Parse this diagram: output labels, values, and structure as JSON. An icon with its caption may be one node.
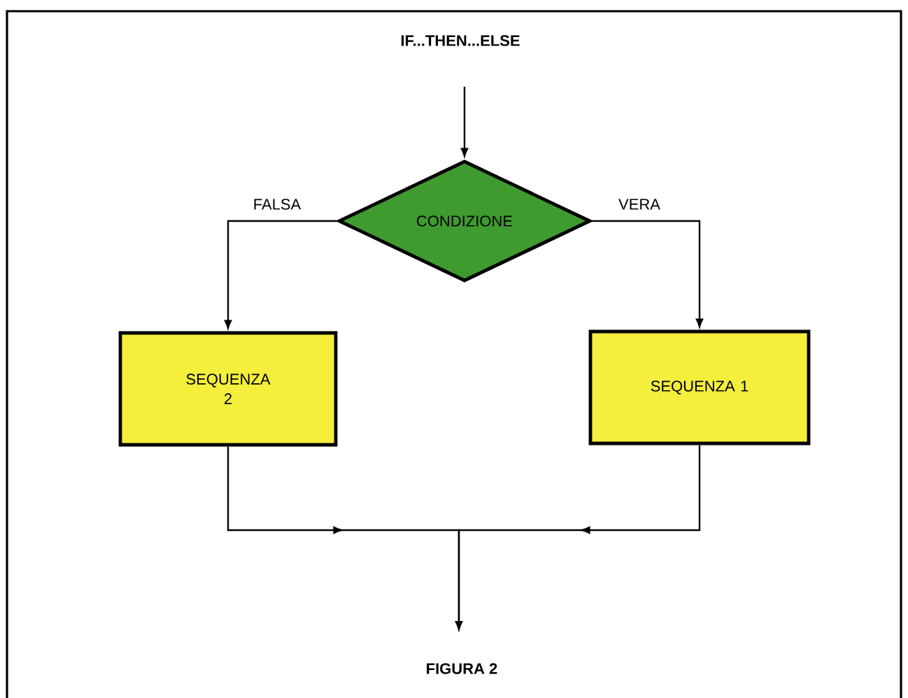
{
  "diagram": {
    "title": "IF...THEN...ELSE",
    "caption": "FIGURA 2",
    "nodes": [
      {
        "text": [
          "CONDIZIONE"
        ]
      },
      {
        "text": [
          "SEQUENZA 2"
        ]
      },
      {
        "text": [
          "SEQUENZA 1"
        ]
      }
    ],
    "edges": [
      {
        "from": null,
        "to": 0,
        "arrow": "to"
      },
      {
        "from": 0,
        "to": 1,
        "arrow": "to",
        "label": "FALSA"
      },
      {
        "from": 0,
        "to": 2,
        "arrow": "to",
        "label": "VERA"
      },
      {
        "from": 1,
        "to": null,
        "arrow": "to"
      },
      {
        "from": 2,
        "to": null,
        "arrow": "to"
      }
    ]
  }
}
